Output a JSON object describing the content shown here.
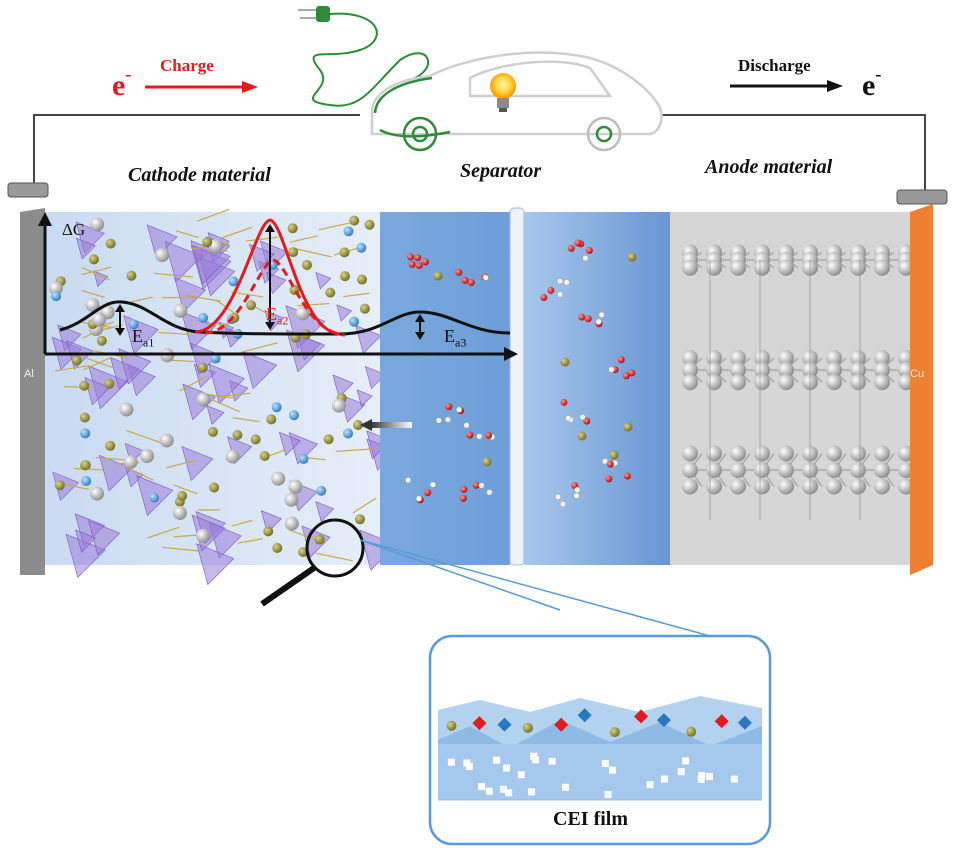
{
  "labels": {
    "charge": "Charge",
    "discharge": "Discharge",
    "electron": "e",
    "electron_charge": "-",
    "cathode": "Cathode material",
    "separator": "Separator",
    "anode": "Anode material",
    "left_current_collector": "Al",
    "right_current_collector": "Cu",
    "energy_axis": "ΔG",
    "ea1_main": "E",
    "ea1_sub": "a1",
    "ea2_main": "E",
    "ea2_sub": "a2",
    "ea3_main": "E",
    "ea3_sub": "a3",
    "cei": "CEI film"
  },
  "colors": {
    "charge": "#e41a1c",
    "discharge": "#111111",
    "cathode_bg": "#dce8f6",
    "separator_bg": "#6f9fd8",
    "anode_bg": "#d9d9d9",
    "aluminum": "#8c8c8c",
    "copper": "#f08030",
    "crystal": "#9b7bd8",
    "curve": "#111111",
    "curve_alt": "#e41a1c"
  },
  "icons": [
    "plug-icon",
    "car-icon",
    "light-bulb-icon",
    "magnifier-icon",
    "graphite-layers",
    "li-ion-sphere",
    "solvent-molecule"
  ]
}
